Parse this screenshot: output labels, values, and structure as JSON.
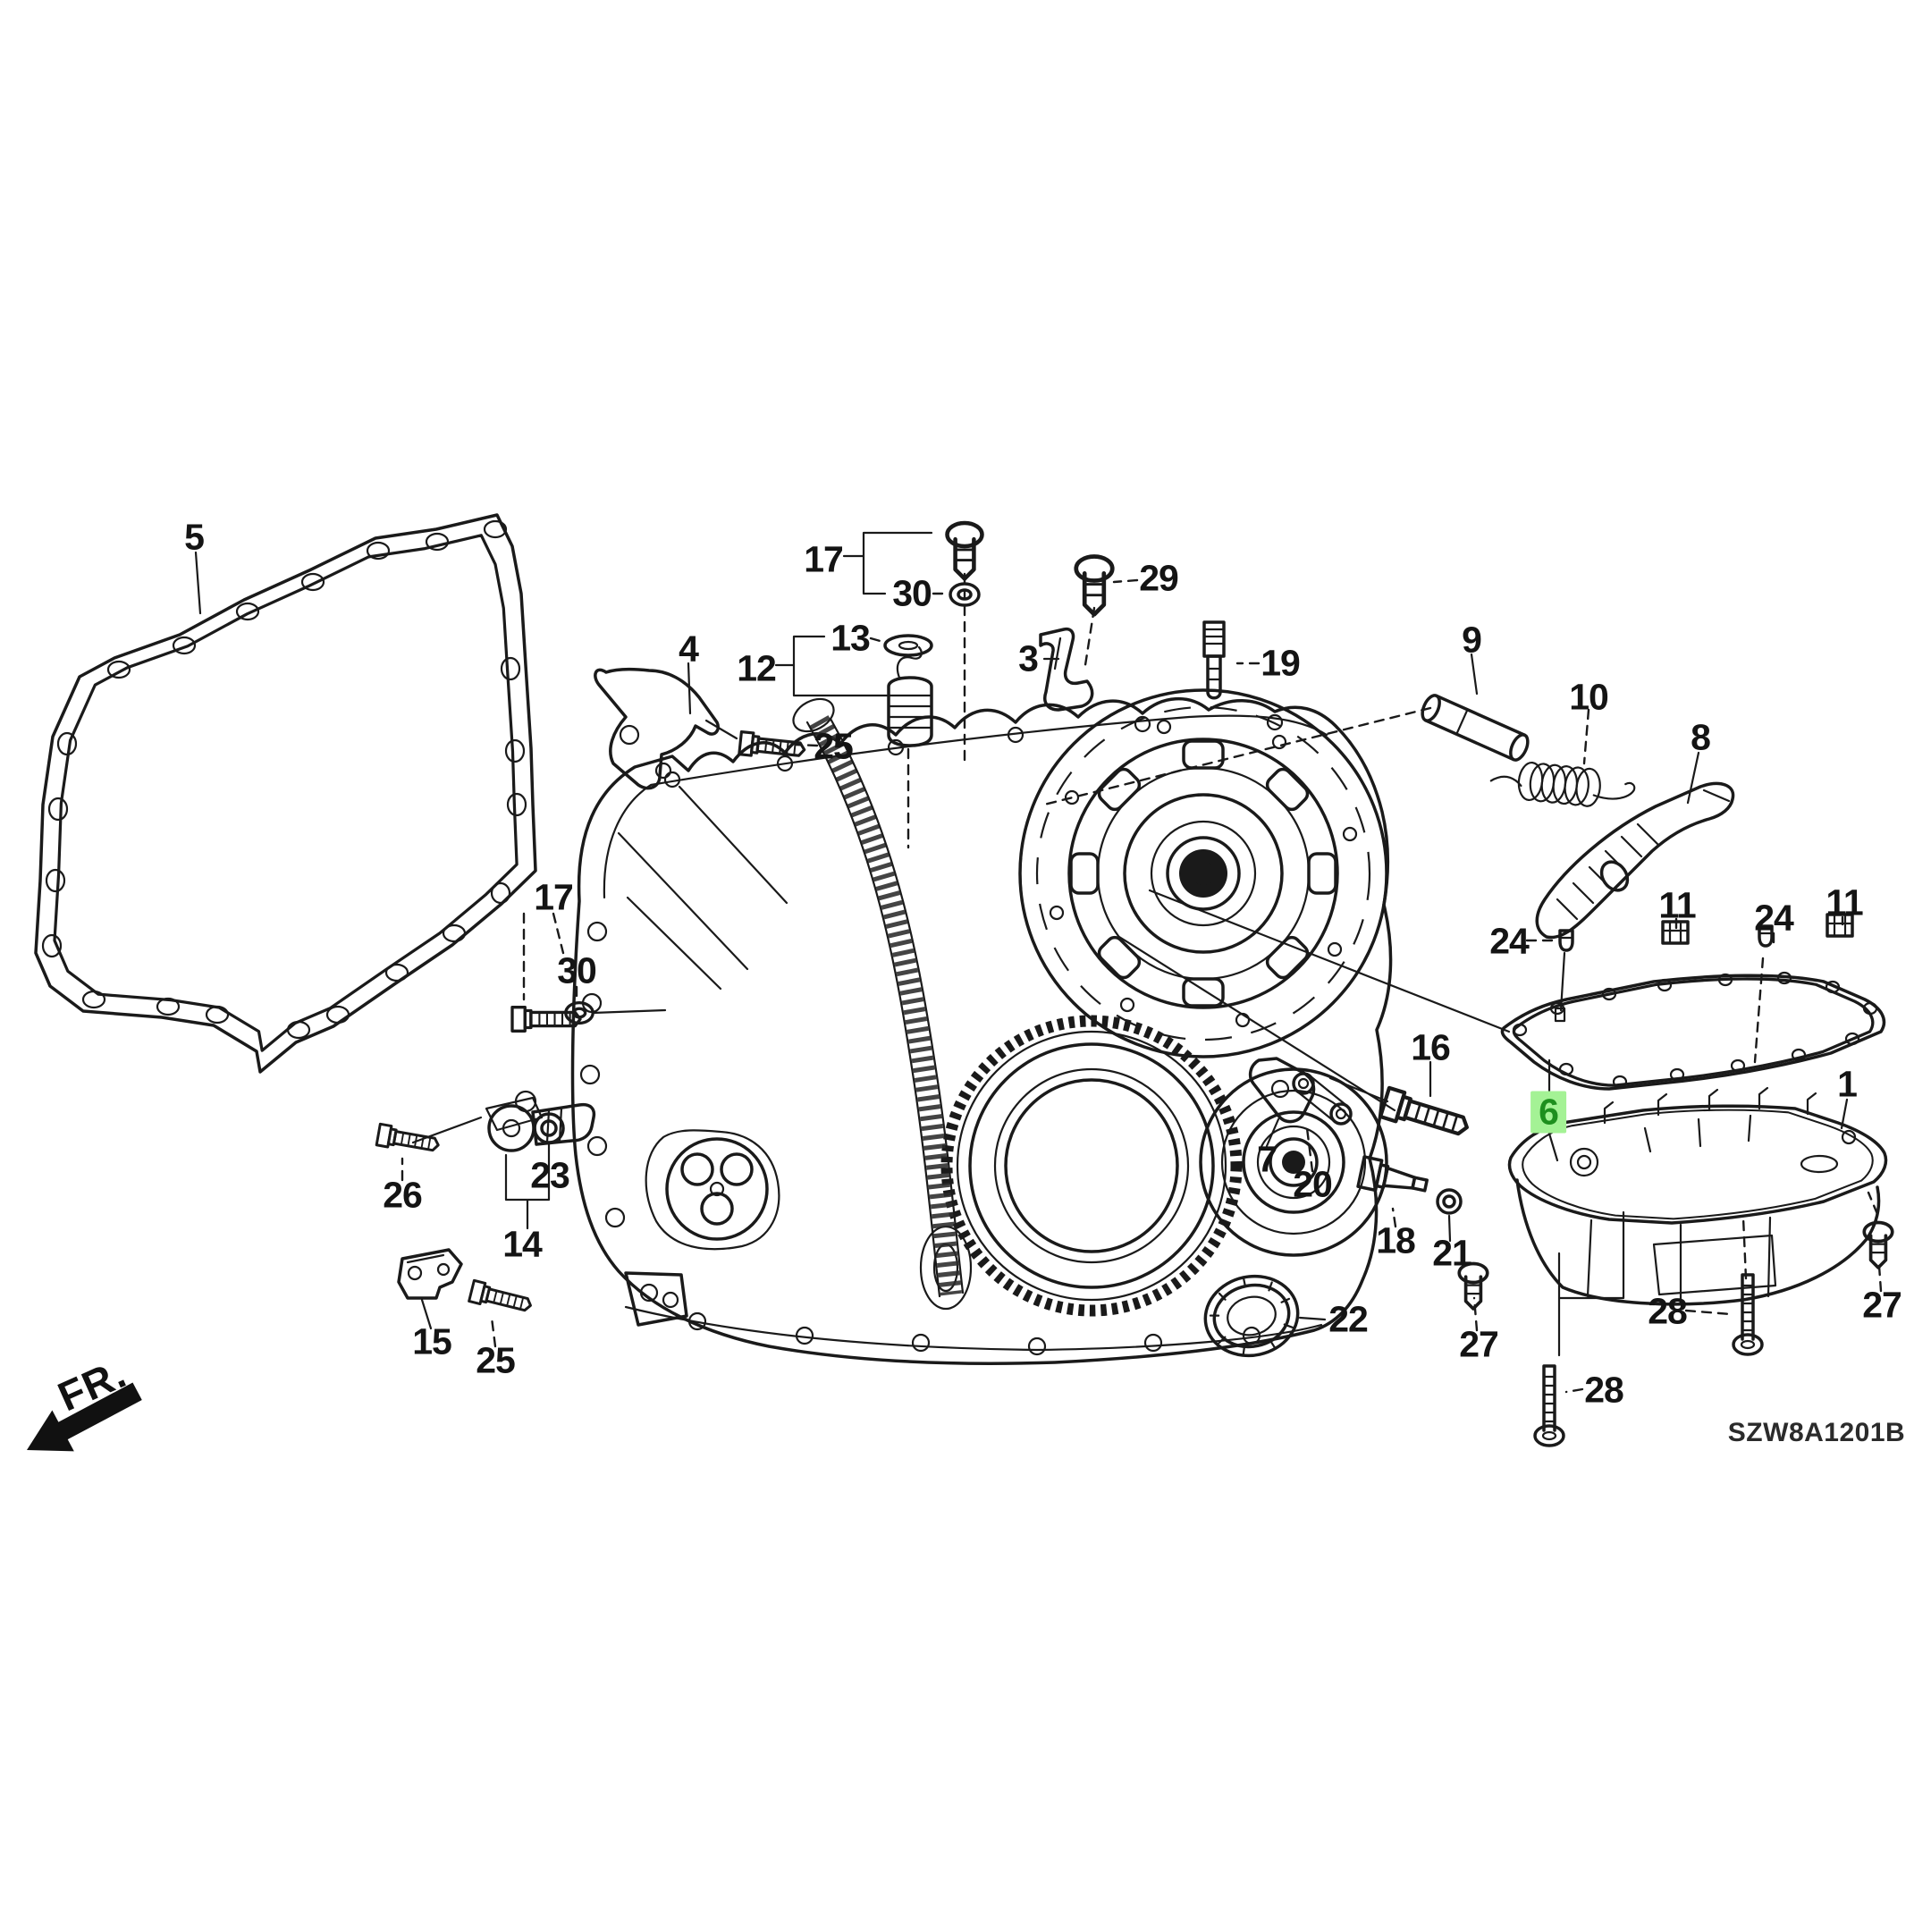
{
  "diagram": {
    "code": "SZW8A1201B",
    "front_marker": "FR.",
    "ink_color": "#1A1A1A",
    "highlight": {
      "part": "6",
      "background": "#A4F295",
      "text_color": "#1E8F1E"
    },
    "parts": {
      "p1": "1",
      "p3": "3",
      "p4": "4",
      "p5": "5",
      "p6": "6",
      "p7": "7",
      "p8": "8",
      "p9": "9",
      "p10": "10",
      "p11": "11",
      "p12": "12",
      "p13": "13",
      "p14": "14",
      "p15": "15",
      "p16": "16",
      "p17": "17",
      "p18": "18",
      "p19": "19",
      "p20": "20",
      "p21": "21",
      "p22": "22",
      "p23": "23",
      "p24": "24",
      "p25": "25",
      "p26": "26",
      "p27": "27",
      "p28": "28",
      "p29": "29",
      "p30": "30"
    }
  }
}
